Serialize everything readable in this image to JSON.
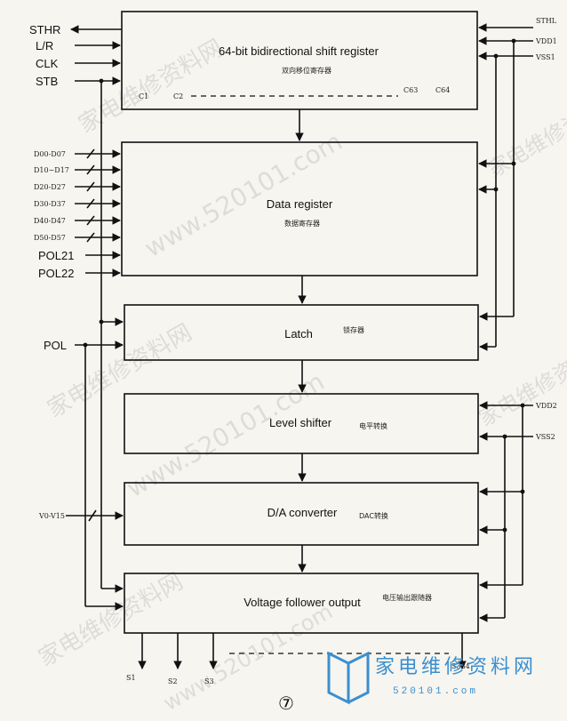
{
  "blocks": {
    "shift_register": {
      "title": "64-bit bidirectional shift register",
      "cn": "双向移位寄存器",
      "c1": "C1",
      "c2": "C2",
      "c63": "C63",
      "c64": "C64"
    },
    "data_register": {
      "title": "Data register",
      "cn": "数据寄存器"
    },
    "latch": {
      "title": "Latch",
      "cn": "锁存器"
    },
    "level_shifter": {
      "title": "Level shifter",
      "cn": "电平转换"
    },
    "da_converter": {
      "title": "D/A converter",
      "cn": "DAC转换"
    },
    "voltage_follower": {
      "title": "Voltage follower output",
      "cn": "电压输出跟随器"
    }
  },
  "left_pins": {
    "sthr": "STHR",
    "lr": "L/R",
    "clk": "CLK",
    "stb": "STB",
    "d0": "D00-D07",
    "d1": "D10~D17",
    "d2": "D20-D27",
    "d3": "D30-D37",
    "d4": "D40-D47",
    "d5": "D50-D57",
    "pol21": "POL21",
    "pol22": "POL22",
    "pol": "POL",
    "v0v15": "V0-V15"
  },
  "right_pins": {
    "sthl": "STHL",
    "vdd1": "VDD1",
    "vss1": "VSS1",
    "vdd2": "VDD2",
    "vss2": "VSS2"
  },
  "outputs": {
    "s1": "S1",
    "s2": "S2",
    "s3": "S3",
    "s384": "S384"
  },
  "figure_number": "⑦",
  "watermark": {
    "cn": "家电维修资料网",
    "url": "www.520101.com",
    "logo_cn": "家电维修资料网",
    "logo_url": "520101.com"
  }
}
